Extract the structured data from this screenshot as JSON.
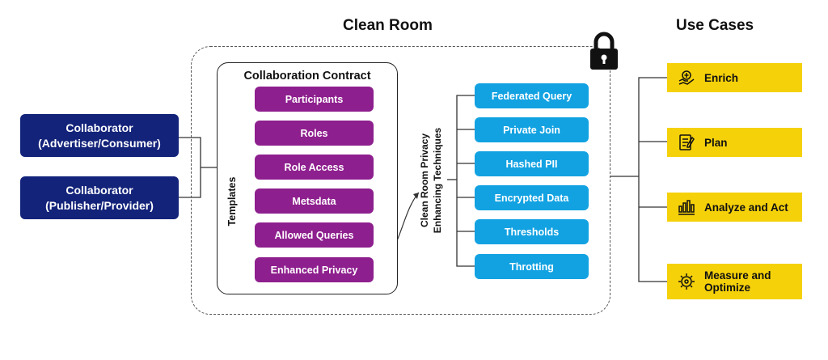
{
  "headings": {
    "clean_room": "Clean Room",
    "use_cases": "Use Cases"
  },
  "collaborators": [
    {
      "line1": "Collaborator",
      "line2": "(Advertiser/Consumer)"
    },
    {
      "line1": "Collaborator",
      "line2": "(Publisher/Provider)"
    }
  ],
  "contract": {
    "title": "Collaboration Contract",
    "participants": "Participants",
    "templates_label": "Templates",
    "templates": [
      "Roles",
      "Role Access",
      "Metsdata",
      "Allowed Queries",
      "Enhanced Privacy"
    ]
  },
  "techniques": {
    "label_line1": "Clean Room Privacy",
    "label_line2": "Enhancing Techniques",
    "items": [
      "Federated Query",
      "Private Join",
      "Hashed PII",
      "Encrypted Data",
      "Thresholds",
      "Throtting"
    ]
  },
  "use_cases": [
    {
      "line1": "Enrich",
      "line2": "",
      "icon": "enrich-icon"
    },
    {
      "line1": "Plan",
      "line2": "",
      "icon": "plan-icon"
    },
    {
      "line1": "Analyze and Act",
      "line2": "",
      "icon": "analyze-icon"
    },
    {
      "line1": "Measure and",
      "line2": "Optimize",
      "icon": "measure-icon"
    }
  ],
  "colors": {
    "collaborator": "#13237a",
    "contract_items": "#8e1f8e",
    "techniques": "#12a2e2",
    "use_cases": "#f5d10a"
  }
}
